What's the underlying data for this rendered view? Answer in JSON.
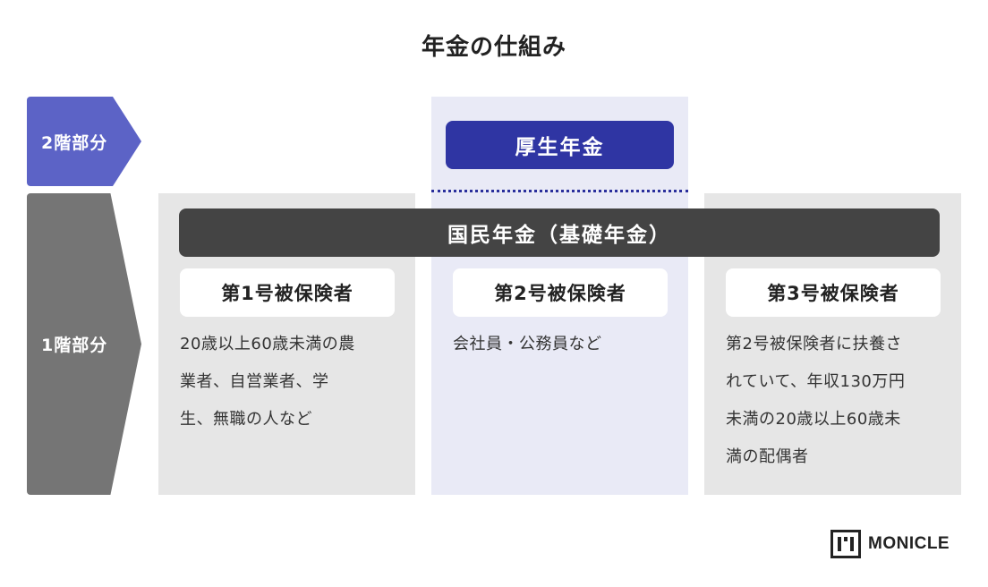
{
  "title": "年金の仕組み",
  "tiers": {
    "second": "2階部分",
    "first": "1階部分"
  },
  "pensions": {
    "kousei": "厚生年金",
    "kokumin": "国民年金（基礎年金）"
  },
  "insured": [
    {
      "label": "第1号被保険者",
      "lines": [
        "20歳以上60歳未満の農",
        "業者、自営業者、学",
        "生、無職の人など"
      ]
    },
    {
      "label": "第2号被保険者",
      "lines": [
        "会社員・公務員など"
      ]
    },
    {
      "label": "第3号被保険者",
      "lines": [
        "第2号被保険者に扶養さ",
        "れていて、年収130万円",
        "未満の20歳以上60歳未",
        "満の配偶者"
      ]
    }
  ],
  "logo": {
    "text": "MONICLE",
    "icon": "monicle-logo-icon"
  },
  "colors": {
    "tier2": "#5c63c6",
    "tier1": "#757575",
    "kousei": "#2f35a3",
    "kokumin": "#444444",
    "column_gray": "#e6e6e6",
    "column_blue": "#e9eaf6"
  }
}
